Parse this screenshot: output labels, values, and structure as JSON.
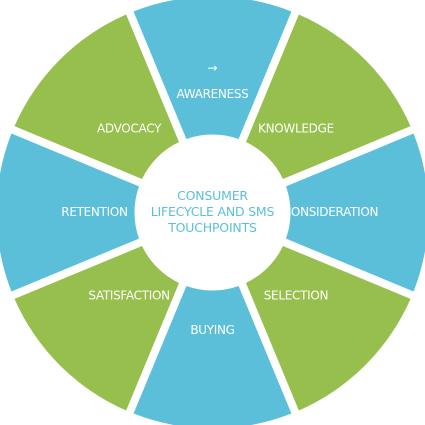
{
  "colors": {
    "blue": "#5bbfd9",
    "green": "#96bf4d",
    "center_fill": "#ffffff",
    "center_text": "#5bbfd9",
    "label_text": "#ffffff"
  },
  "center": {
    "lines": [
      "CONSUMER",
      "LIFECYCLE AND SMS",
      "TOUCHPOINTS"
    ]
  },
  "segments": [
    {
      "name": "awareness",
      "label": "AWARENESS",
      "color": "blue",
      "icon": "arrow-right-icon"
    },
    {
      "name": "knowledge",
      "label": "KNOWLEDGE",
      "color": "green"
    },
    {
      "name": "consideration",
      "label": "CONSIDERATION",
      "color": "blue"
    },
    {
      "name": "selection",
      "label": "SELECTION",
      "color": "green"
    },
    {
      "name": "buying",
      "label": "BUYING",
      "color": "blue"
    },
    {
      "name": "satisfaction",
      "label": "SATISFACTION",
      "color": "green"
    },
    {
      "name": "retention",
      "label": "RETENTION",
      "color": "blue"
    },
    {
      "name": "advocacy",
      "label": "ADVOCACY",
      "color": "green"
    }
  ],
  "icons": {
    "arrow-right-icon": "→"
  }
}
